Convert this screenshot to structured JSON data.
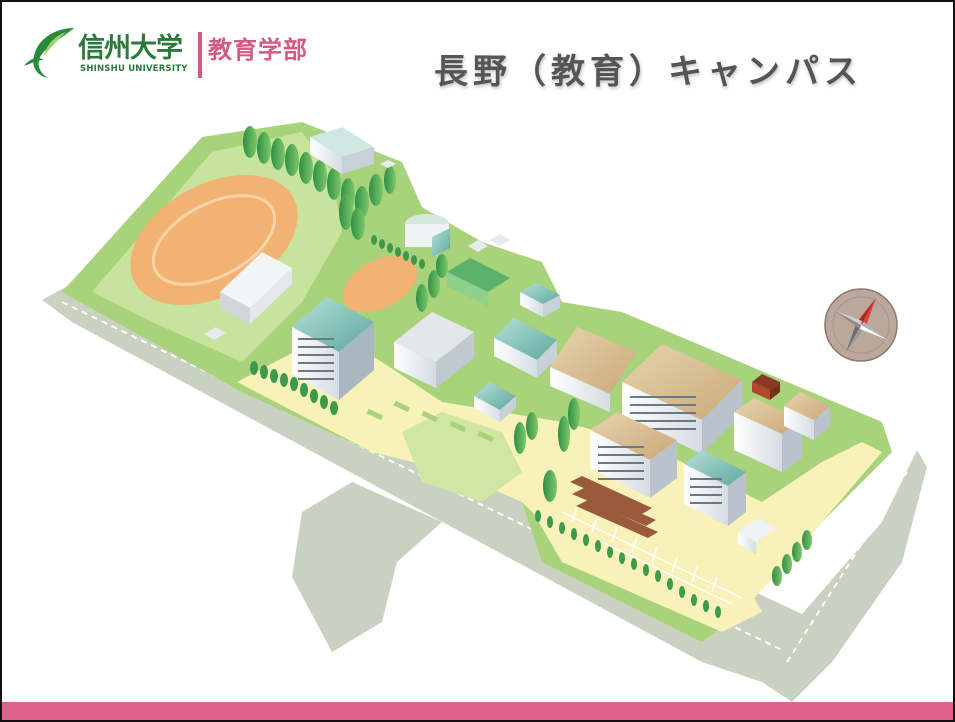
{
  "logo": {
    "university_name": "信州大学",
    "university_name_en": "SHINSHU UNIVERSITY",
    "faculty": "教育学部",
    "name_color": "#2a7a3a",
    "faculty_color": "#d45a84"
  },
  "title": "長野（教育）キャンパス",
  "icons": [
    "shinshu-leaf-logo-icon",
    "compass-rose-icon"
  ],
  "colors": {
    "lawn": "#a9d37a",
    "paved_area": "#f8f1b8",
    "road": "#c7cfbe",
    "track": "#f2b272",
    "building_roof_tan": "#d9bf95",
    "building_roof_teal": "#8cc7c0",
    "footer": "#e0628c"
  }
}
